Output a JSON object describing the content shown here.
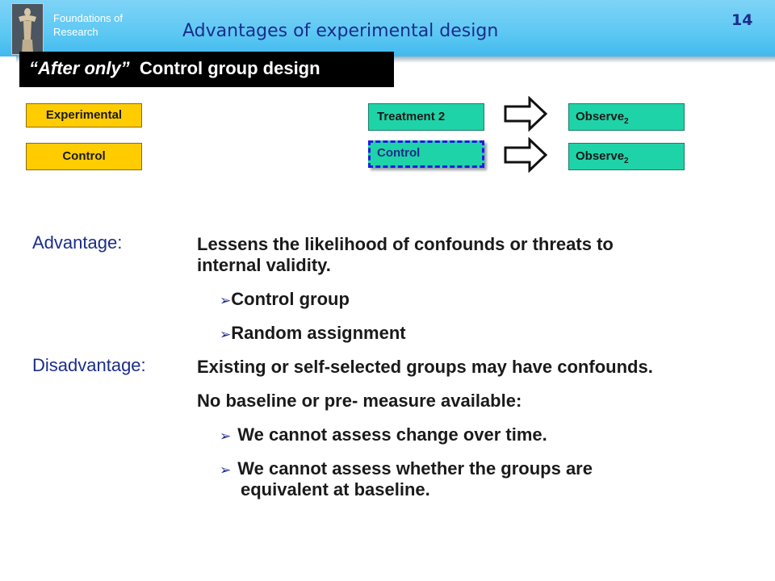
{
  "header": {
    "course": "Foundations of Research",
    "title": "Advantages of experimental design",
    "slide_number": "14"
  },
  "subtitle": {
    "italic_part": "“After only”",
    "rest": "Control group design"
  },
  "diagram": {
    "groups": [
      "Experimental",
      "Control"
    ],
    "treatment": "Treatment 2",
    "control": "Control",
    "observe": "Observe",
    "observe_sub": "2"
  },
  "advantage": {
    "label": "Advantage:",
    "line1": "Lessens the likelihood of confounds or threats to",
    "line2": "internal validity.",
    "bullets": [
      "Control group",
      "Random assignment"
    ]
  },
  "disadvantage": {
    "label": "Disadvantage:",
    "line1": "Existing or self-selected groups may have confounds.",
    "line2": "No baseline or pre- measure available:",
    "bullets": [
      {
        "l1": "We cannot assess change over time.",
        "l2": ""
      },
      {
        "l1": "We cannot assess whether the groups are",
        "l2": "equivalent at baseline."
      }
    ]
  },
  "bullet_glyph": "➢",
  "colors": {
    "banner": "#5cc8f3",
    "title": "#1b2d8a",
    "yellow": "#ffcc00",
    "green": "#1fd3a8",
    "dash": "#1d1de0"
  }
}
